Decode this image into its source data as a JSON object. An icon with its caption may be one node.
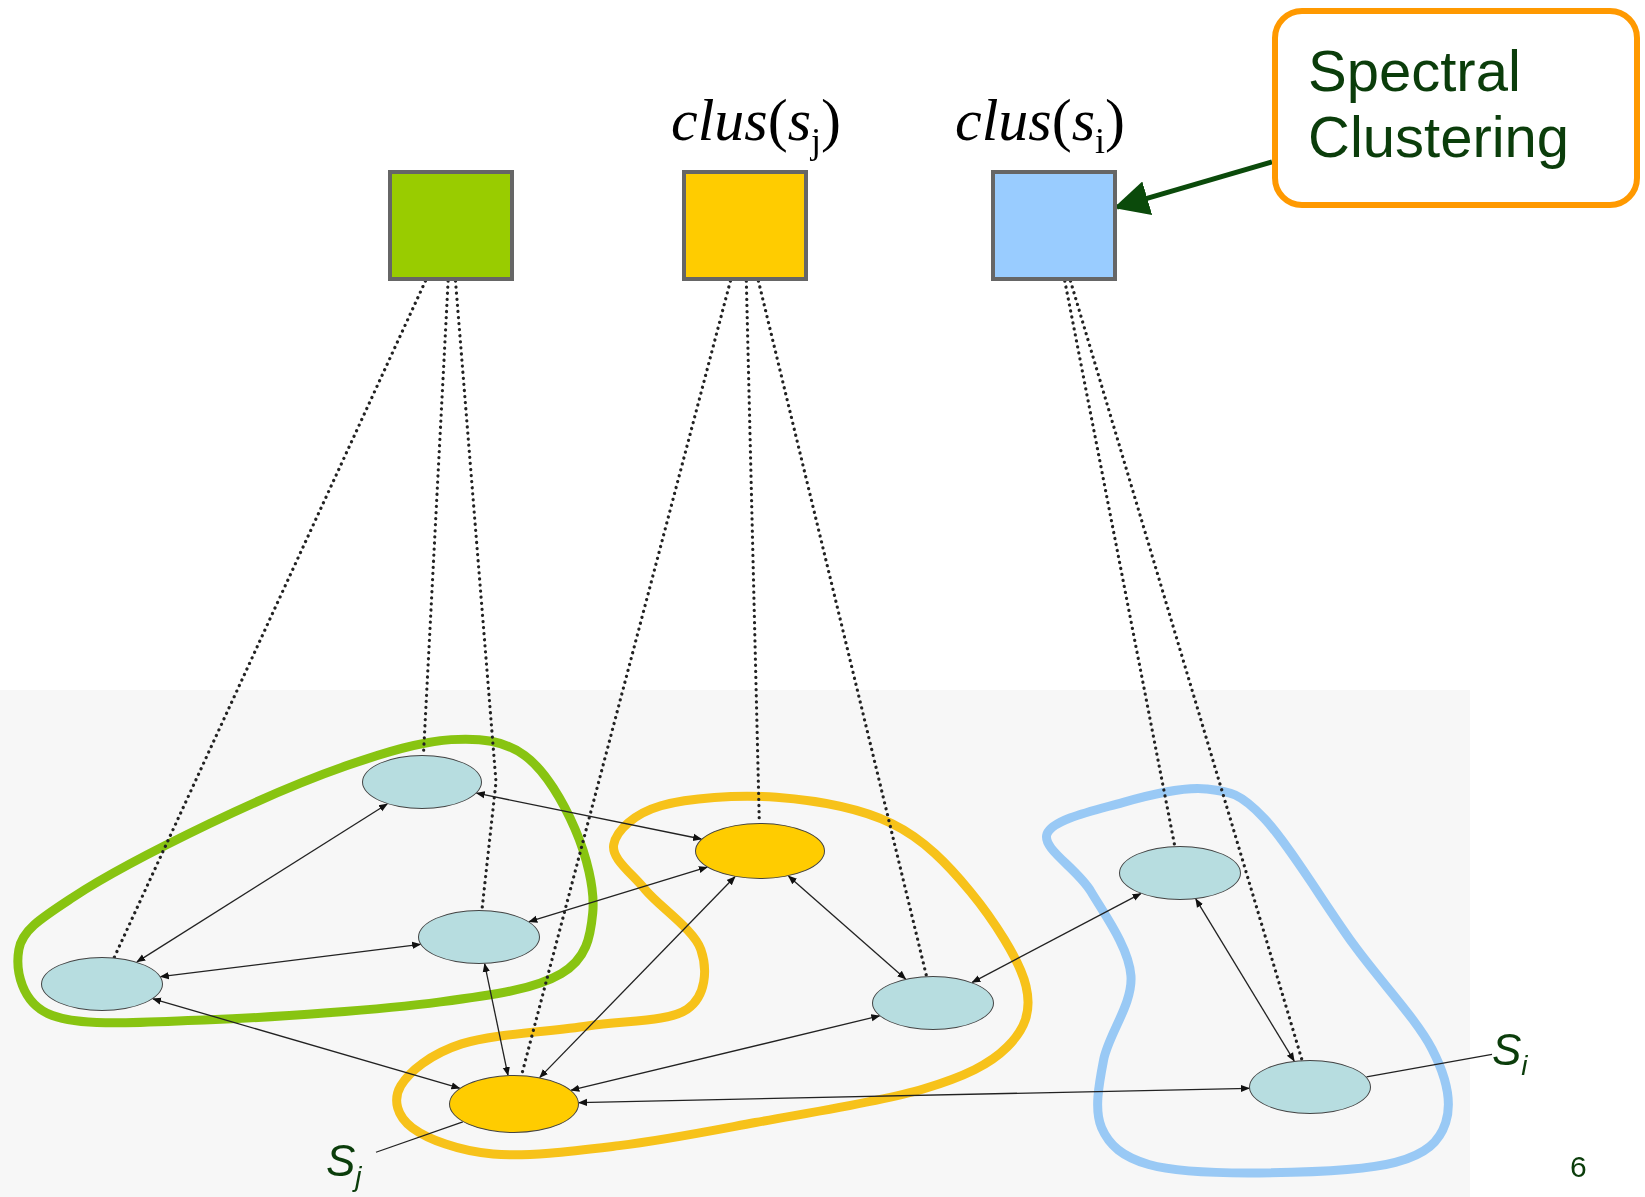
{
  "diagram": {
    "nodes": [
      {
        "text": [],
        "shape": "box"
      },
      {
        "text": [],
        "shape": "box",
        "beside": [
          "*clus*(*s*$_{j}$)"
        ]
      },
      {
        "text": [],
        "shape": "box",
        "beside": [
          "*clus*(*s*$_{i}$)"
        ]
      },
      {
        "text": [
          "Spectral Clustering"
        ]
      },
      {
        "text": [],
        "shape": "ellipse"
      },
      {
        "text": [],
        "shape": "ellipse"
      },
      {
        "text": [],
        "shape": "ellipse"
      },
      {
        "text": [],
        "shape": "ellipse"
      },
      {
        "text": [],
        "shape": "ellipse"
      },
      {
        "text": [],
        "shape": "ellipse"
      },
      {
        "text": [],
        "shape": "ellipse"
      },
      {
        "text": [],
        "shape": "ellipse"
      },
      {
        "text": [
          "S$_{j}$"
        ]
      },
      {
        "text": [
          "S$_{i}$"
        ]
      }
    ],
    "edges": [
      {
        "from": 3,
        "to": 2,
        "arrow": "to",
        "style": "thick",
        "color": "#0b4a0b"
      },
      {
        "from": 0,
        "to": 4,
        "arrow": "none",
        "style": "dashed"
      },
      {
        "from": 0,
        "to": 6,
        "arrow": "none",
        "style": "dashed"
      },
      {
        "from": 0,
        "to": 5,
        "arrow": "none",
        "style": "dashed"
      },
      {
        "from": 1,
        "to": 7,
        "arrow": "none",
        "style": "dashed"
      },
      {
        "from": 1,
        "to": 8,
        "arrow": "none",
        "style": "dashed"
      },
      {
        "from": 1,
        "to": 9,
        "arrow": "none",
        "style": "dashed"
      },
      {
        "from": 2,
        "to": 10,
        "arrow": "none",
        "style": "dashed"
      },
      {
        "from": 2,
        "to": 11,
        "arrow": "none",
        "style": "dashed"
      },
      {
        "from": 4,
        "to": 5,
        "arrow": "both"
      },
      {
        "from": 4,
        "to": 7,
        "arrow": "both"
      },
      {
        "from": 6,
        "to": 5,
        "arrow": "both"
      },
      {
        "from": 7,
        "to": 6,
        "arrow": "both"
      },
      {
        "from": 6,
        "to": 8,
        "arrow": "both"
      },
      {
        "from": 5,
        "to": 8,
        "arrow": "both"
      },
      {
        "from": 7,
        "to": 8,
        "arrow": "both"
      },
      {
        "from": 7,
        "to": 9,
        "arrow": "both"
      },
      {
        "from": 9,
        "to": 8,
        "arrow": "both"
      },
      {
        "from": 9,
        "to": 10,
        "arrow": "both"
      },
      {
        "from": 10,
        "to": 11,
        "arrow": "both"
      },
      {
        "from": 8,
        "to": 11,
        "arrow": "both"
      },
      {
        "from": 12,
        "to": 8,
        "arrow": "none"
      },
      {
        "from": 13,
        "to": 11,
        "arrow": "none"
      }
    ],
    "labels": [
      "6"
    ]
  }
}
